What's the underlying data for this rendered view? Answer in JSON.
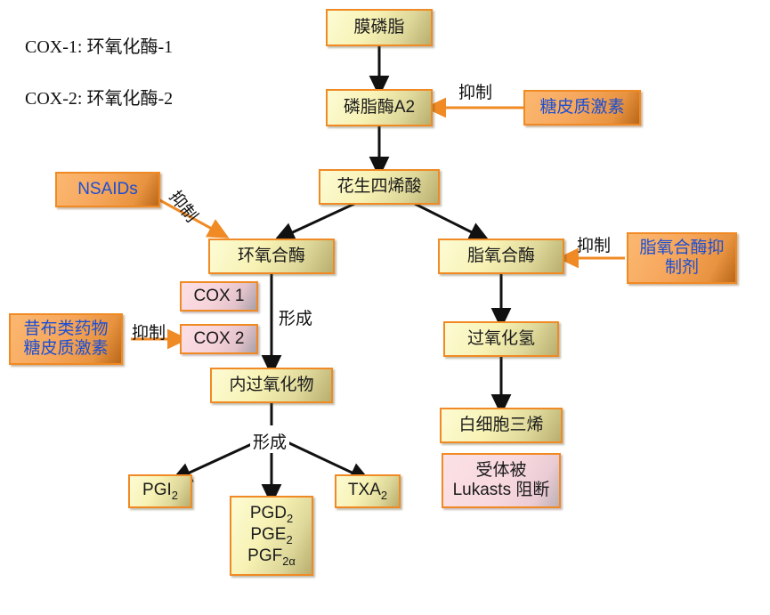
{
  "legend": {
    "line1": "COX-1: 环氧化酶-1",
    "line2": "COX-2: 环氧化酶-2"
  },
  "colors": {
    "box_border": "#f08a24",
    "yellow_fill": "#f7f2b4",
    "orange_fill": "#f6a65c",
    "pink_fill": "#f6d3da",
    "drug_text": "#1b4fd4",
    "arrow_black": "#111111",
    "arrow_orange": "#f08a24"
  },
  "nodes": {
    "membrane_phospholipid": "膜磷脂",
    "phospholipase_a2": "磷脂酶A2",
    "arachidonic_acid": "花生四烯酸",
    "cyclooxygenase": "环氧合酶",
    "lipoxygenase": "脂氧合酶",
    "cox1": "COX 1",
    "cox2": "COX 2",
    "endoperoxide": "内过氧化物",
    "hydroperoxide": "过氧化氢",
    "leukotriene": "白细胞三烯",
    "receptor_blocked_line1": "受体被",
    "receptor_blocked_line2": "Lukasts 阻断",
    "pgi2_base": "PGI",
    "pgi2_sub": "2",
    "txa2_base": "TXA",
    "txa2_sub": "2",
    "pgd2_base": "PGD",
    "pgd2_sub": "2",
    "pge2_base": "PGE",
    "pge2_sub": "2",
    "pgf2a_base": "PGF",
    "pgf2a_sub": "2α"
  },
  "drugs": {
    "glucocorticoid": "糖皮质激素",
    "nsaids": "NSAIDs",
    "coxib_line1": "昔布类药物",
    "coxib_line2": "糖皮质激素",
    "lox_inhibitor_line1": "脂氧合酶抑",
    "lox_inhibitor_line2": "制剂"
  },
  "edge_labels": {
    "inhibit_pla2": "抑制",
    "inhibit_nsaids": "抑制",
    "inhibit_coxib": "抑制",
    "inhibit_lox": "抑制",
    "form_endoperoxide": "形成",
    "form_prostaglandins": "形成"
  }
}
